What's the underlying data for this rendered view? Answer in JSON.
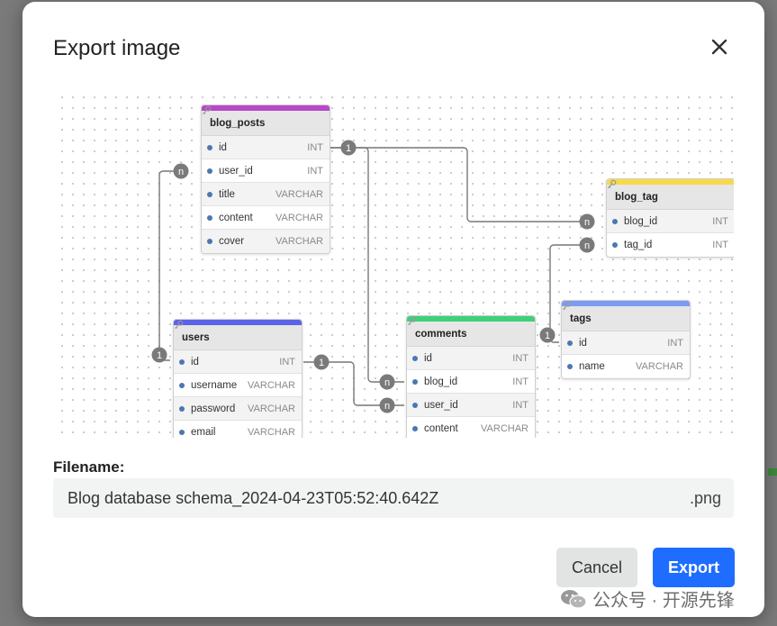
{
  "dialog": {
    "title": "Export image",
    "filename_label": "Filename:",
    "filename_value": "Blog database schema_2024-04-23T05:52:40.642Z",
    "extension": ".png",
    "cancel_label": "Cancel",
    "export_label": "Export"
  },
  "diagram": {
    "tables": [
      {
        "name": "blog_posts",
        "color": "#b549c7",
        "fields": [
          {
            "name": "id",
            "type": "INT",
            "key": true
          },
          {
            "name": "user_id",
            "type": "INT",
            "key": false
          },
          {
            "name": "title",
            "type": "VARCHAR",
            "key": false
          },
          {
            "name": "content",
            "type": "VARCHAR",
            "key": false
          },
          {
            "name": "cover",
            "type": "VARCHAR",
            "key": false
          }
        ]
      },
      {
        "name": "blog_tag",
        "color": "#f7d94c",
        "fields": [
          {
            "name": "blog_id",
            "type": "INT",
            "key": true
          },
          {
            "name": "tag_id",
            "type": "INT",
            "key": true
          }
        ]
      },
      {
        "name": "tags",
        "color": "#7b9cf2",
        "fields": [
          {
            "name": "id",
            "type": "INT",
            "key": true
          },
          {
            "name": "name",
            "type": "VARCHAR",
            "key": false
          }
        ]
      },
      {
        "name": "users",
        "color": "#5b63e8",
        "fields": [
          {
            "name": "id",
            "type": "INT",
            "key": true
          },
          {
            "name": "username",
            "type": "VARCHAR",
            "key": false
          },
          {
            "name": "password",
            "type": "VARCHAR",
            "key": false
          },
          {
            "name": "email",
            "type": "VARCHAR",
            "key": false
          }
        ]
      },
      {
        "name": "comments",
        "color": "#3fd17a",
        "fields": [
          {
            "name": "id",
            "type": "INT",
            "key": true
          },
          {
            "name": "blog_id",
            "type": "INT",
            "key": false
          },
          {
            "name": "user_id",
            "type": "INT",
            "key": false
          },
          {
            "name": "content",
            "type": "VARCHAR",
            "key": false
          }
        ]
      }
    ],
    "cardinality_one": "1",
    "cardinality_many": "n"
  },
  "watermark": {
    "text": "公众号 · 开源先锋",
    "icon": "wechat-icon"
  },
  "icons": {
    "close": "close-icon",
    "key": "key-icon"
  }
}
